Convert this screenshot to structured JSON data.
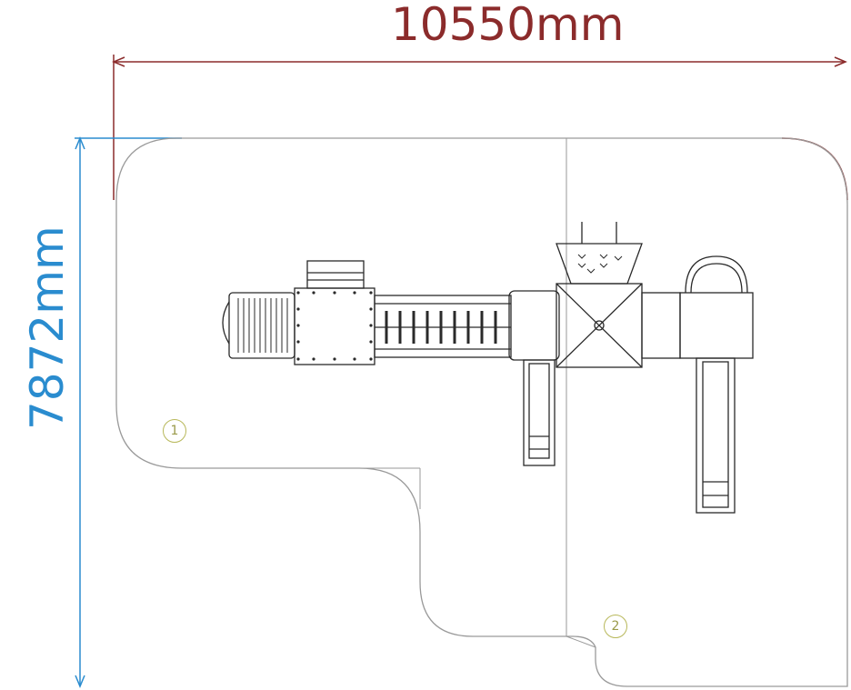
{
  "dimensions": {
    "width_label": "10550mm",
    "height_label": "7872mm"
  },
  "zones": [
    {
      "label": "1"
    },
    {
      "label": "2"
    }
  ],
  "colors": {
    "width_dimension": "#8b2b2b",
    "height_dimension": "#2a8ccf",
    "outline": "#9a9a9a",
    "equipment": "#2a2a2a",
    "zone_marker": "#b8b85a"
  }
}
